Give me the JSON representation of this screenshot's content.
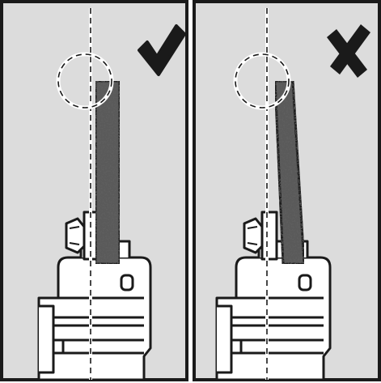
{
  "figure": {
    "panels": [
      {
        "id": "correct",
        "verdict_icon": "checkmark-icon",
        "belt_alignment": "vertical"
      },
      {
        "id": "incorrect",
        "verdict_icon": "cross-icon",
        "belt_alignment": "tilted"
      }
    ],
    "colors": {
      "panel_background": "#dcdcdc",
      "outline": "#1a1a1a",
      "belt_fill": "#5a5a5a",
      "device_fill": "#ffffff"
    }
  }
}
